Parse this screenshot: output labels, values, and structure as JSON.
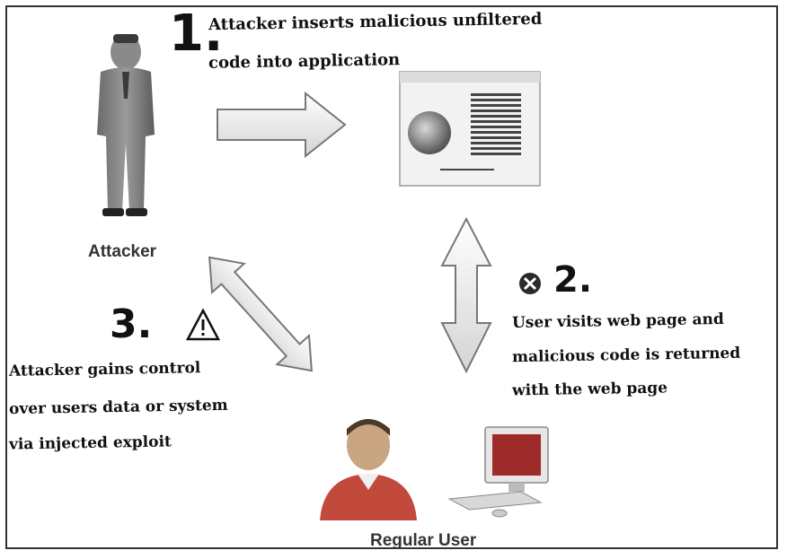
{
  "step1": {
    "number": "1.",
    "text_line1": "Attacker inserts malicious unfiltered",
    "text_line2": "code into application"
  },
  "step2": {
    "number": "2.",
    "text_line1": "User visits web page and",
    "text_line2": "malicious code is returned",
    "text_line3": "with the web page"
  },
  "step3": {
    "number": "3.",
    "text_line1": "Attacker gains control",
    "text_line2": "over users data or system",
    "text_line3": "via injected exploit"
  },
  "labels": {
    "attacker": "Attacker",
    "regular_user": "Regular User"
  },
  "icons": {
    "step2_icon": "error-circle-x-icon",
    "step3_icon": "warning-triangle-icon"
  }
}
